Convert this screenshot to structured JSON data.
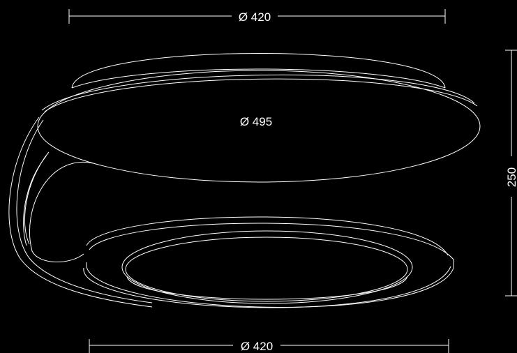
{
  "drawing": {
    "background_color": "#000000",
    "line_color": "#ffffff",
    "dimensions": {
      "top_width": "Ø 420",
      "disc_diameter": "Ø 495",
      "height": "250",
      "bottom_width": "Ø 420"
    }
  }
}
